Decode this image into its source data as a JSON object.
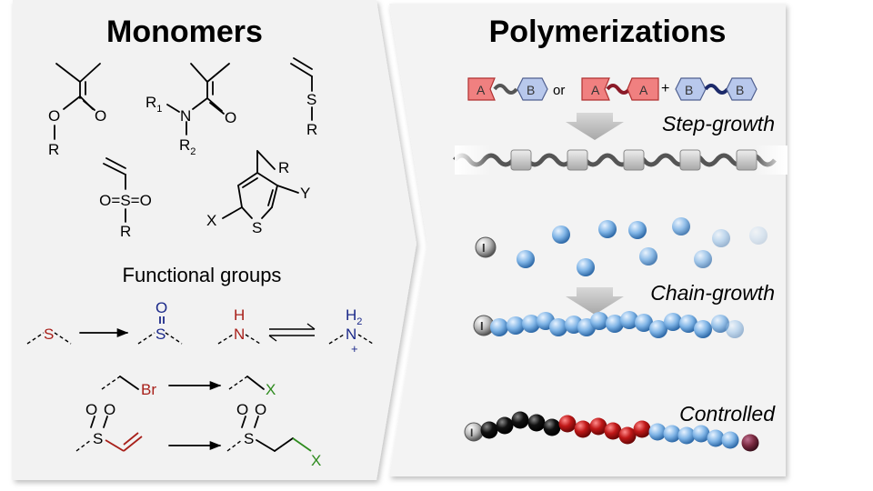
{
  "left_panel": {
    "title": "Monomers",
    "subtitle": "Functional groups",
    "atoms": {
      "O": "O",
      "R": "R",
      "N": "N",
      "S": "S",
      "X": "X",
      "Y": "Y",
      "H": "H",
      "R1": "R",
      "R1_sub": "1",
      "R2": "R",
      "R2_sub": "2",
      "sulfone_row": "O=S=O",
      "Br": "Br",
      "H2": "H",
      "H2_sub": "2",
      "plus": "+"
    },
    "colors": {
      "sulfur_red": "#a8201a",
      "amine_navy": "#1c2a8a",
      "green": "#2e8b1e"
    }
  },
  "right_panel": {
    "title": "Polymerizations",
    "legend": {
      "A": "A",
      "B": "B",
      "or": "or",
      "plus": "+"
    },
    "step_growth_label": "Step-growth",
    "chain_growth_label": "Chain-growth",
    "controlled_label": "Controlled",
    "initiator": "I",
    "colors": {
      "A_fill": "#f08080",
      "B_fill": "#b8c8ec",
      "bead_blue": "#6fa8dc",
      "bead_black": "#111111",
      "bead_red": "#b01818",
      "bead_end": "#7a2a40",
      "chain_grey": "#555555"
    }
  }
}
